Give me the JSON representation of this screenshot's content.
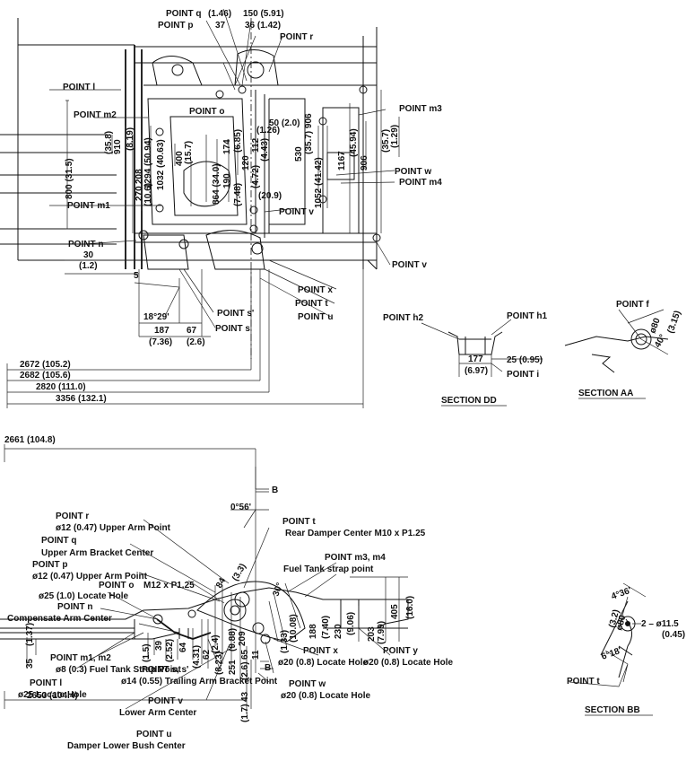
{
  "top_view": {
    "points": [
      "POINT q",
      "POINT p",
      "POINT r",
      "POINT l",
      "POINT m2",
      "POINT o",
      "POINT m3",
      "POINT w",
      "POINT m4",
      "POINT m1",
      "POINT v",
      "POINT n",
      "POINT v",
      "POINT x",
      "POINT t",
      "POINT u",
      "POINT s'",
      "POINT s"
    ],
    "dims": [
      "(1.46)",
      "150 (5.91)",
      "37",
      "36 (1.42)",
      "50 (2.0)",
      "(1.26)",
      "(35.8)",
      "910",
      "(8.19)",
      "208",
      "1294 (50.94)",
      "1032 (40.63)",
      "(15.7)",
      "400",
      "864 (34.0)",
      "174",
      "190",
      "120",
      "112",
      "(6.85)",
      "(7.48)",
      "(4.72)",
      "(4.43)",
      "(1.29)",
      "(20.9)",
      "530",
      "(35.7) 906",
      "1052 (41.42)",
      "1167",
      "(45.94)",
      "906",
      "(35.7)",
      "800 (31.5)",
      "270",
      "(10.6)",
      "30",
      "(1.2)",
      "5",
      "18°29'",
      "187",
      "(7.36)",
      "67",
      "(2.6)",
      "2672 (105.2)",
      "2682 (105.6)",
      "2820 (111.0)",
      "3356 (132.1)"
    ]
  },
  "section_dd": {
    "title": "SECTION DD",
    "labels": [
      "POINT h2",
      "POINT h1",
      "177",
      "(6.97)",
      "25 (0.95)",
      "POINT i"
    ]
  },
  "section_aa": {
    "title": "SECTION AA",
    "labels": [
      "POINT f",
      "ø80",
      "(3.15)",
      "40°"
    ]
  },
  "side_view": {
    "dims": [
      "2661 (104.8)",
      "B",
      "0°56'",
      "(3.3)",
      "84",
      "30°",
      "(16.0)",
      "405",
      "(7.99)",
      "203",
      "(9.06)",
      "230",
      "(7.40)",
      "188",
      "(10.08)",
      "(1.33)",
      "(8.23)",
      "(9.88)",
      "209",
      "251",
      "62",
      "(2.4)",
      "65",
      "(2.6)",
      "43",
      "(1.7)",
      "(1.5)",
      "(2.52)",
      "64",
      "(4.31)",
      "35",
      "(1.37)",
      "39",
      "11",
      "B",
      "2653 (104.4)"
    ],
    "callouts": [
      {
        "title": "POINT r",
        "desc": "ø12 (0.47) Upper Arm Point"
      },
      {
        "title": "POINT q",
        "desc": "Upper Arm Bracket Center"
      },
      {
        "title": "POINT p",
        "desc": "ø12 (0.47) Upper Arm Point"
      },
      {
        "title": "POINT o",
        "desc": "M12 x P1.25"
      },
      {
        "title": "",
        "desc": "ø25 (1.0) Locate Hole"
      },
      {
        "title": "POINT n",
        "desc": ""
      },
      {
        "title": "",
        "desc": "Compensate Arm Center"
      },
      {
        "title": "POINT m1, m2",
        "desc": "ø8 (0.3) Fuel Tank Strap Point"
      },
      {
        "title": "POINT l",
        "desc": "ø25 Locate Hole"
      },
      {
        "title": "POINT s, s'",
        "desc": "ø14 (0.55) Trailing Arm Bracket Point"
      },
      {
        "title": "POINT v",
        "desc": "Lower Arm Center"
      },
      {
        "title": "POINT u",
        "desc": "Damper Lower Bush Center"
      },
      {
        "title": "POINT t",
        "desc": "Rear Damper Center M10 x P1.25"
      },
      {
        "title": "POINT m3, m4",
        "desc": "Fuel Tank strap point"
      },
      {
        "title": "POINT x",
        "desc": "ø20 (0.8) Locate Hole"
      },
      {
        "title": "POINT y",
        "desc": "ø20 (0.8) Locate Hole"
      },
      {
        "title": "POINT w",
        "desc": "ø20 (0.8) Locate Hole"
      }
    ]
  },
  "section_bb": {
    "title": "SECTION BB",
    "labels": [
      "4°36'",
      "(3.2)",
      "ø80",
      "2 – ø11.5",
      "(0.45)",
      "6°18'",
      "POINT t"
    ]
  }
}
